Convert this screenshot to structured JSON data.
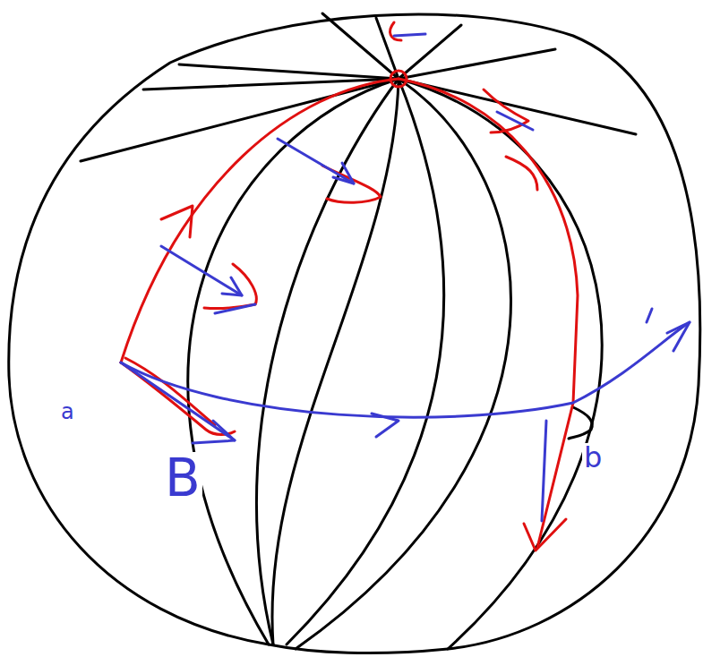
{
  "diagram": {
    "labels": [
      "a",
      "B",
      "b"
    ]
  }
}
